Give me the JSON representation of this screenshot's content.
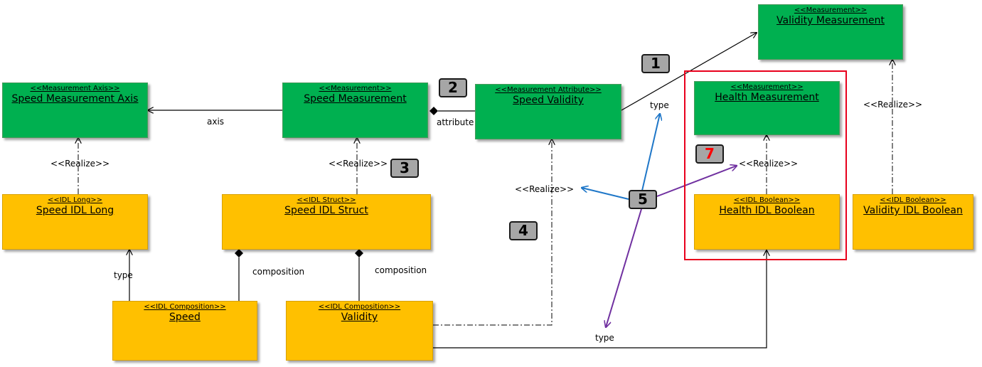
{
  "boxes": {
    "validity_measurement": {
      "stereotype": "<<Measurement>>",
      "name": "Validity Measurement"
    },
    "speed_measurement_axis": {
      "stereotype": "<<Measurement Axis>>",
      "name": "Speed Measurement Axis"
    },
    "speed_measurement": {
      "stereotype": "<<Measurement>>",
      "name": "Speed Measurement"
    },
    "speed_validity": {
      "stereotype": "<<Measurement Attribute>>",
      "name": "Speed Validity"
    },
    "health_measurement": {
      "stereotype": "<<Measurement>>",
      "name": "Health Measurement"
    },
    "speed_idl_long": {
      "stereotype": "<<IDL Long>>",
      "name": "Speed IDL Long"
    },
    "speed_idl_struct": {
      "stereotype": "<<IDL Struct>>",
      "name": "Speed IDL Struct"
    },
    "health_idl_boolean": {
      "stereotype": "<<IDL Boolean>>",
      "name": "Health IDL Boolean"
    },
    "validity_idl_boolean": {
      "stereotype": "<<IDL Boolean>>",
      "name": "Validity IDL Boolean"
    },
    "speed": {
      "stereotype": "<<IDL Composition>>",
      "name": "Speed"
    },
    "validity": {
      "stereotype": "<<IDL Composition>>",
      "name": "Validity"
    }
  },
  "labels": {
    "axis": "axis",
    "attribute": "attribute",
    "type_1": "type",
    "type_2": "type",
    "type_3": "type",
    "realize_1": "<<Realize>>",
    "realize_2": "<<Realize>>",
    "realize_3": "<<Realize>>",
    "realize_4": "<<Realize>>",
    "realize_5": "<<Realize>>",
    "composition_1": "composition",
    "composition_2": "composition"
  },
  "badges": {
    "b1": "1",
    "b2": "2",
    "b3": "3",
    "b4": "4",
    "b5": "5",
    "b7": "7"
  },
  "colors": {
    "green_box": "#00b050",
    "yellow_box": "#ffc000",
    "highlight": "#e8001c",
    "blue_arrow": "#1f77c8",
    "purple_arrow": "#7030a0",
    "badge_fill": "#a6a6a6"
  }
}
